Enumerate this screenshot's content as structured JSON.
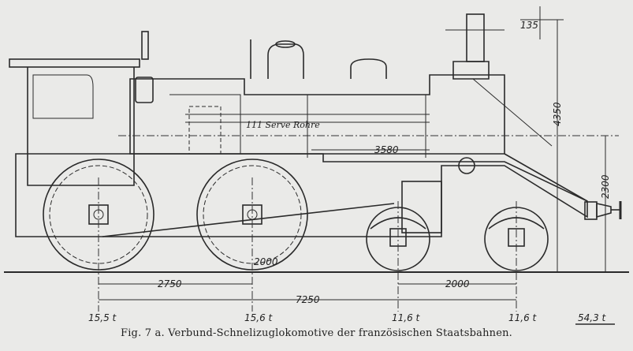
{
  "figure": {
    "caption": "Fig. 7 a.  Verbund-Schnelizuglokomotive der französischen Staatsbahnen.",
    "tube_label": "111 Serve Rohre",
    "dimensions": {
      "wheelbase_driving": "2750",
      "wheelbase_total": "7250",
      "bogie_wheelbase": "2000",
      "boiler_length": "3580",
      "height_total": "4350",
      "boiler_center_height": "2300",
      "chimney_top": "135",
      "wheel_diameter": "2000"
    },
    "axle_loads": [
      "15,5 t",
      "15,6 t",
      "11,6 t",
      "11,6 t"
    ],
    "total_weight": "54,3 t"
  }
}
